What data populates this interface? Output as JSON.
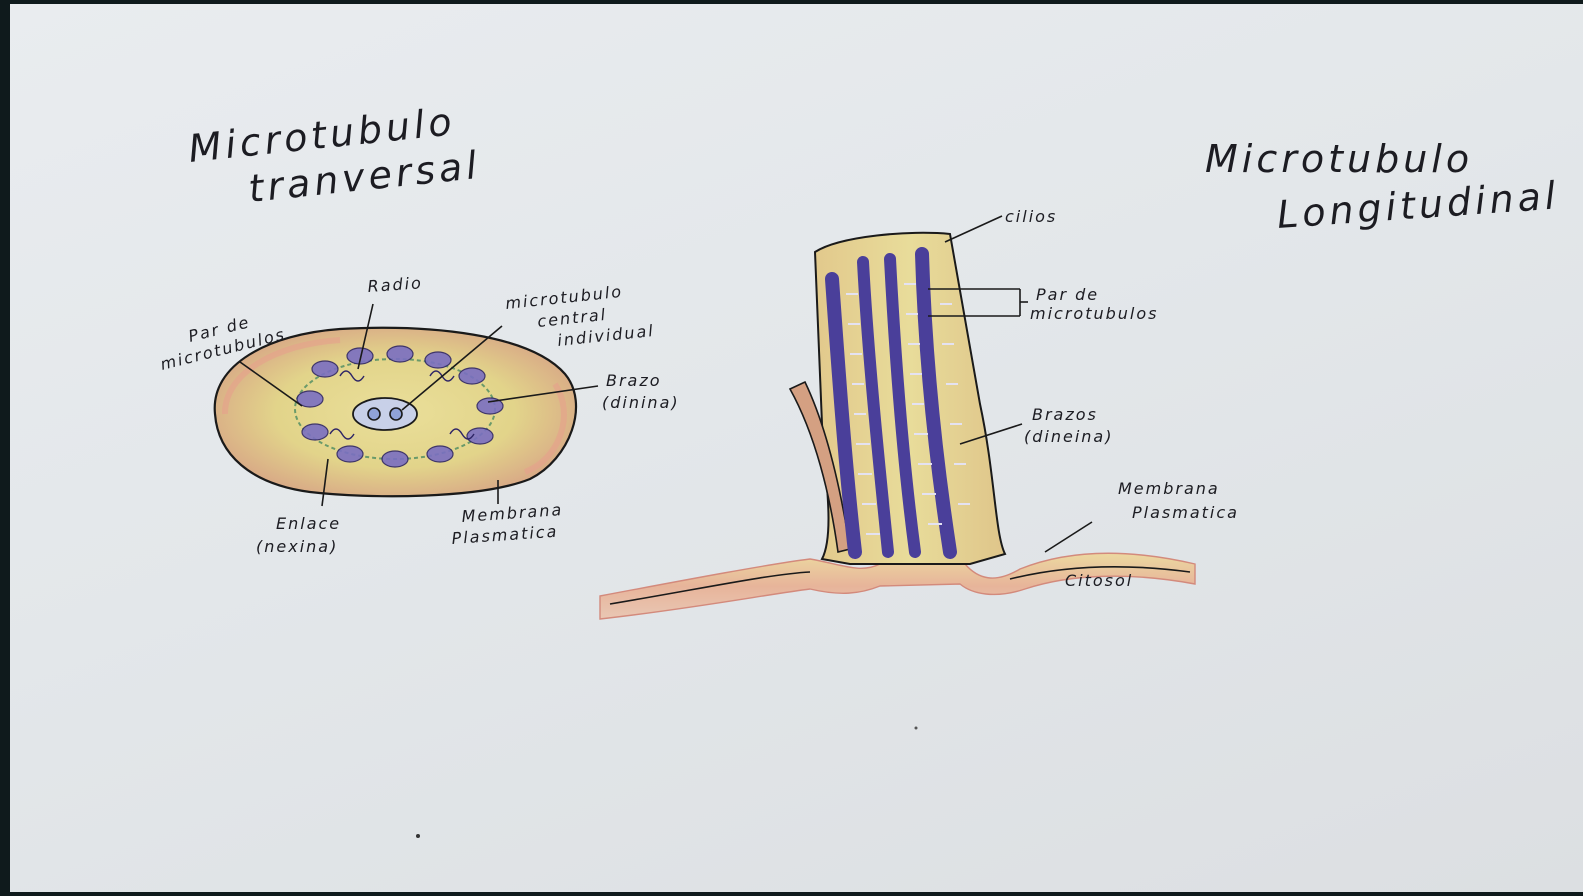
{
  "left_diagram": {
    "title_line1": "Microtubulo",
    "title_line2": "tranversal",
    "labels": {
      "radio": "Radio",
      "par_line1": "Par de",
      "par_line2": "microtubulos",
      "central_line1": "microtubulo",
      "central_line2": "central",
      "central_line3": "individual",
      "brazo_line1": "Brazo",
      "brazo_line2": "(dinina)",
      "enlace_line1": "Enlace",
      "enlace_line2": "(nexina)",
      "membrana_line1": "Membrana",
      "membrana_line2": "Plasmatica"
    }
  },
  "right_diagram": {
    "title_line1": "Microtubulo",
    "title_line2": "Longitudinal",
    "labels": {
      "cilios": "cilios",
      "par_line1": "Par de",
      "par_line2": "microtubulos",
      "brazos_line1": "Brazos",
      "brazos_line2": "(dineina)",
      "membrana_line1": "Membrana",
      "membrana_line2": "Plasmatica",
      "citosol": "Citosol"
    }
  },
  "colors": {
    "paper": "#e5e8eb",
    "ink": "#1c1c22",
    "yellow_fill": "#e8d98a",
    "orange_fill": "#d9a983",
    "pink_edge": "#e0a090",
    "purple": "#4a3f9a",
    "green": "#6a9a6a"
  }
}
